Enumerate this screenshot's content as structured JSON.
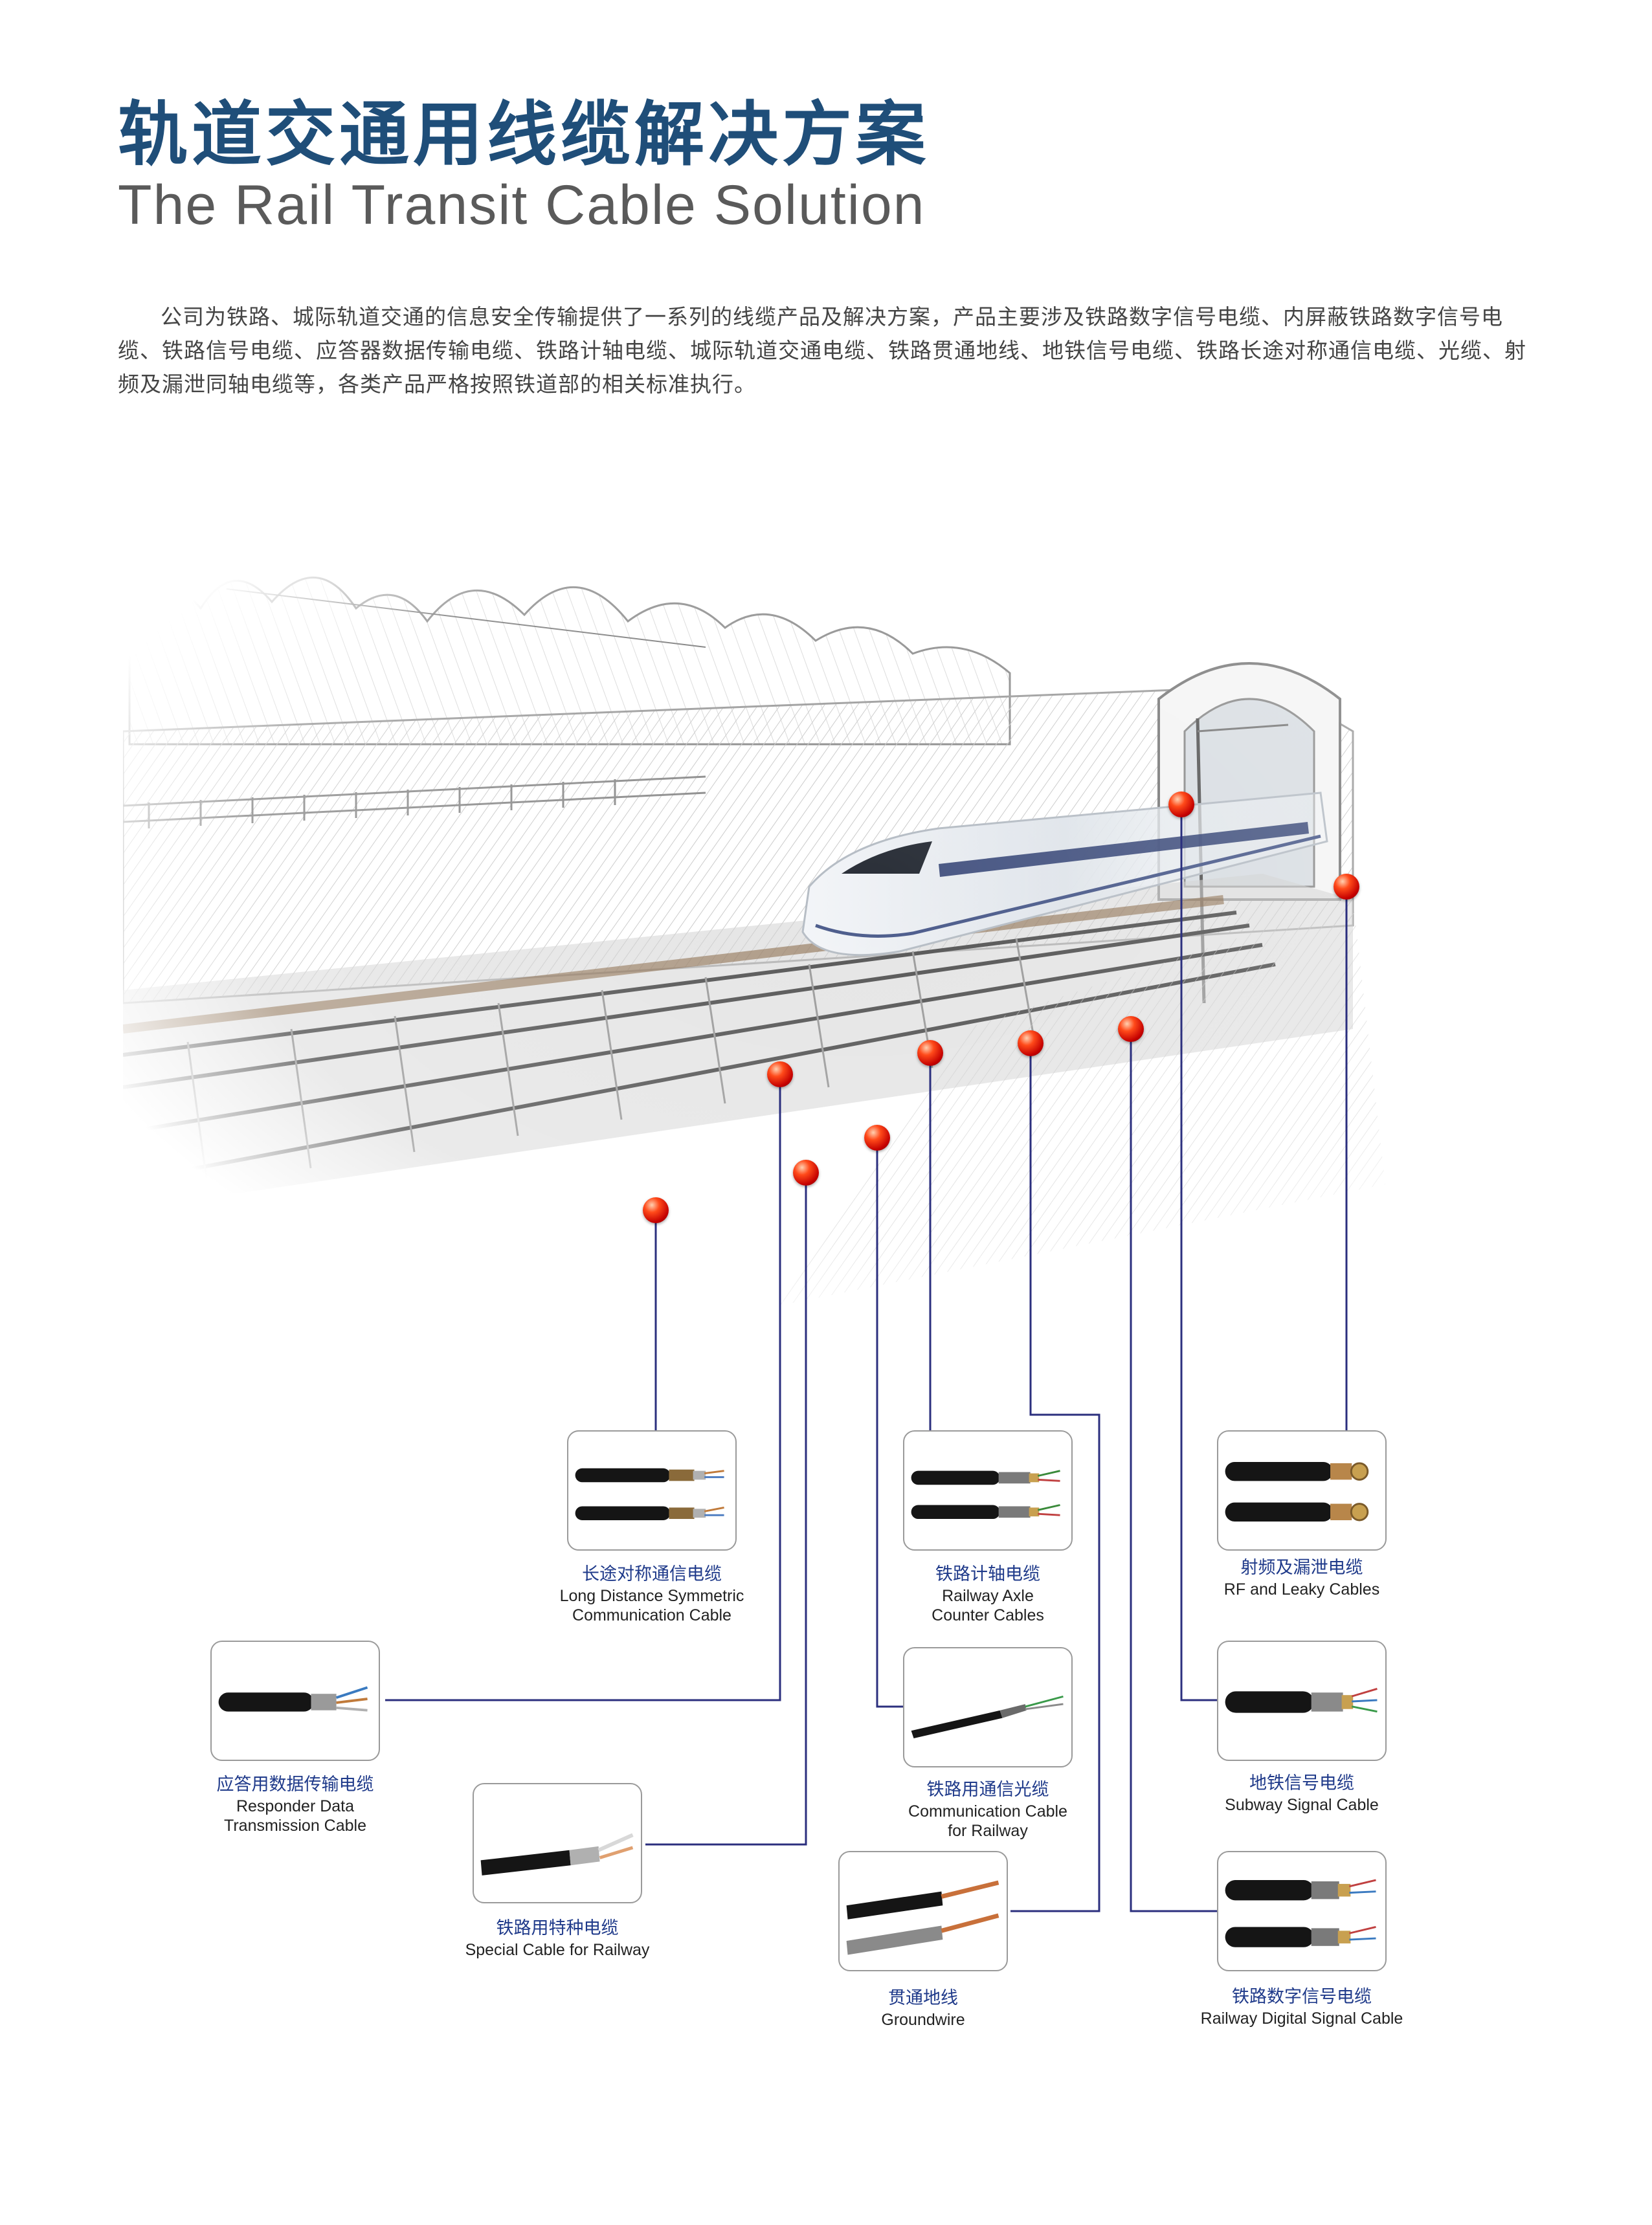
{
  "header": {
    "title_cn": "轨道交通用线缆解决方案",
    "title_en": "The Rail Transit Cable Solution"
  },
  "intro": "公司为铁路、城际轨道交通的信息安全传输提供了一系列的线缆产品及解决方案，产品主要涉及铁路数字信号电缆、内屏蔽铁路数字信号电缆、铁路信号电缆、应答器数据传输电缆、铁路计轴电缆、城际轨道交通电缆、铁路贯通地线、地铁信号电缆、铁路长途对称通信电缆、光缆、射频及漏泄同轴电缆等，各类产品严格按照铁道部的相关标准执行。",
  "colors": {
    "title": "#1f4e79",
    "subtitle": "#555555",
    "label_cn": "#1f3a8a",
    "connector": "#2b2f7e",
    "marker": "#e01b0c"
  },
  "products": [
    {
      "id": "long-distance",
      "cn": "长途对称通信电缆",
      "en1": "Long Distance Symmetric",
      "en2": "Communication Cable"
    },
    {
      "id": "axle-counter",
      "cn": "铁路计轴电缆",
      "en1": "Railway Axle",
      "en2": "Counter Cables"
    },
    {
      "id": "rf-leaky",
      "cn": "射频及漏泄电缆",
      "en1": "RF and Leaky Cables",
      "en2": ""
    },
    {
      "id": "responder",
      "cn": "应答用数据传输电缆",
      "en1": "Responder Data",
      "en2": "Transmission Cable"
    },
    {
      "id": "optical",
      "cn": "铁路用通信光缆",
      "en1": "Communication Cable",
      "en2": "for Railway"
    },
    {
      "id": "subway",
      "cn": "地铁信号电缆",
      "en1": "Subway Signal Cable",
      "en2": ""
    },
    {
      "id": "special",
      "cn": "铁路用特种电缆",
      "en1": "Special Cable for Railway",
      "en2": ""
    },
    {
      "id": "groundwire",
      "cn": "贯通地线",
      "en1": "Groundwire",
      "en2": ""
    },
    {
      "id": "digital-signal",
      "cn": "铁路数字信号电缆",
      "en1": "Railway Digital Signal Cable",
      "en2": ""
    }
  ]
}
